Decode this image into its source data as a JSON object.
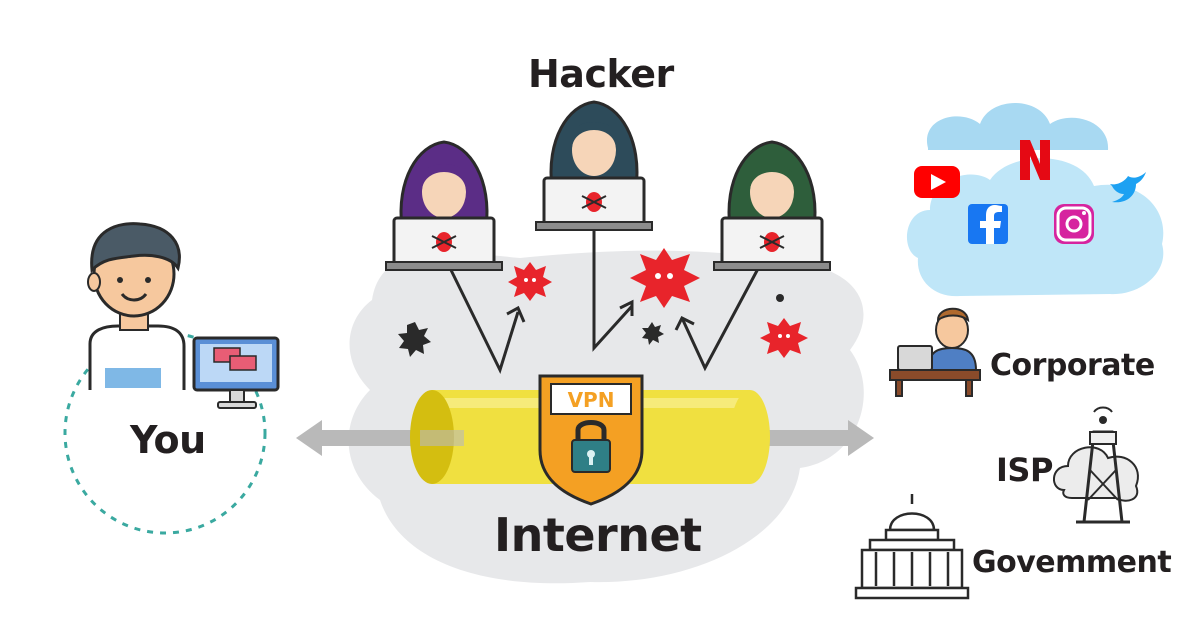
{
  "labels": {
    "hacker": "Hacker",
    "you": "You",
    "internet": "Internet",
    "corporate": "Corporate",
    "isp": "ISP",
    "government": "Govemment"
  },
  "vpn_badge": {
    "text": "VPN"
  },
  "apps": [
    "youtube",
    "netflix",
    "twitter",
    "facebook",
    "instagram"
  ],
  "colors": {
    "cloud_bg": "#e7e8ea",
    "tunnel": "#f0e040",
    "shield": "#f4a023",
    "arrow": "#b9b9b9",
    "youtube": "#ff0000",
    "netflix": "#e50914",
    "facebook": "#1877f2",
    "twitter": "#1da1f2",
    "social_cloud": "#bfe6f8",
    "dotted_circle": "#3aa9a0",
    "virus_red": "#e8242b",
    "hood_purple": "#5b2d86",
    "hood_teal": "#2d4b5a",
    "hood_green": "#2e5e3b"
  }
}
